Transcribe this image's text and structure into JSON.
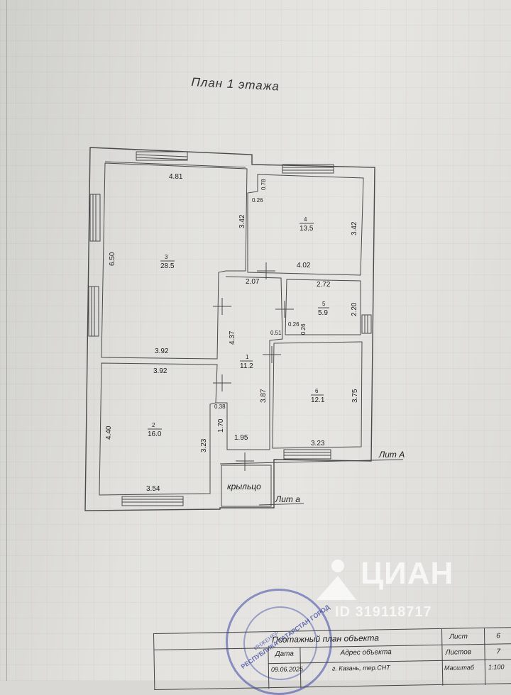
{
  "plan_title": "План 1 этажа",
  "rooms": [
    {
      "number": "1",
      "area": "11.2"
    },
    {
      "number": "2",
      "area": "16.0"
    },
    {
      "number": "3",
      "area": "28.5"
    },
    {
      "number": "4",
      "area": "13.5"
    },
    {
      "number": "5",
      "area": "5.9"
    },
    {
      "number": "6",
      "area": "12.1"
    }
  ],
  "dimensions": {
    "r3_top": "4.81",
    "r3_left": "6.50",
    "r3_right": "3.42",
    "r3_bottom": "3.92",
    "r2_top": "3.92",
    "r2_left": "4.40",
    "r2_right": "3.23",
    "r2_bottom": "3.54",
    "r4_right": "3.42",
    "r4_bottom": "4.02",
    "r4_small_1": "0.78",
    "r4_small_2": "0.26",
    "r5_top": "2.72",
    "r5_right": "2.20",
    "r5_small_1": "0.26",
    "r5_small_2": "0.26",
    "r1_top": "2.07",
    "r1_left": "4.37",
    "r1_small": "0.51",
    "r1_right": "3.87",
    "r1_lower_left": "1.70",
    "r1_small_2": "0.38",
    "r1_bottom": "1.95",
    "r6_right": "3.75",
    "r6_bottom": "3.23"
  },
  "labels": {
    "porch": "крыльцо",
    "lit_A": "Лит А",
    "lit_a": "Лит а"
  },
  "watermark": {
    "brand": "ЦИАН",
    "id": "ID 319118717"
  },
  "stamp": {
    "text_1": "РЕСПУБЛИКА ТАТАРСТАН ГОРОД",
    "text_2": "ИНЖЕНЕР"
  },
  "title_block": {
    "title": "Поэтажный план объекта",
    "address_header": "Адрес объекта",
    "date_header": "Дата",
    "date_value": "09.06.2025",
    "address_value": "г. Казань, тер.СНТ",
    "sheet_header": "Лист",
    "sheet_value": "6",
    "sheets_header": "Листов",
    "sheets_value": "7",
    "scale_header": "Масштаб",
    "scale_value": "1:100"
  }
}
